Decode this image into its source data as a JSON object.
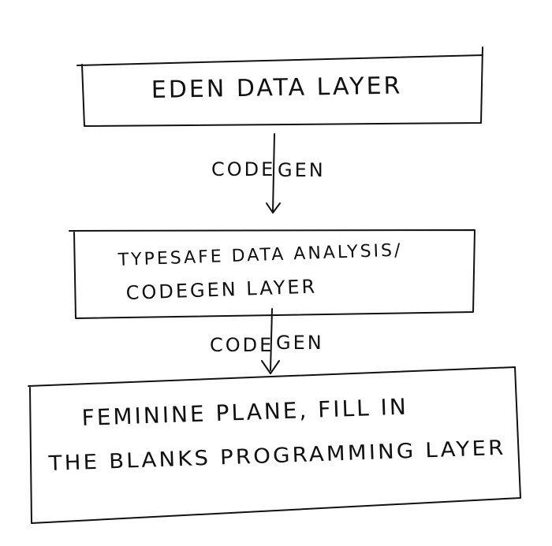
{
  "diagram": {
    "boxes": [
      {
        "lines": [
          "EDEN DATA LAYER"
        ]
      },
      {
        "lines": [
          "TYPESAFE DATA ANALYSIS/",
          "CODEGEN LAYER"
        ]
      },
      {
        "lines": [
          "FEMININE PLANE, FILL IN",
          "THE BLANKS PROGRAMMING LAYER"
        ]
      }
    ],
    "arrows": [
      {
        "label_left": "CODE",
        "label_right": "GEN"
      },
      {
        "label_left": "CODE",
        "label_right": "GEN"
      }
    ]
  },
  "colors": {
    "ink": "#111111",
    "background": "#ffffff"
  }
}
